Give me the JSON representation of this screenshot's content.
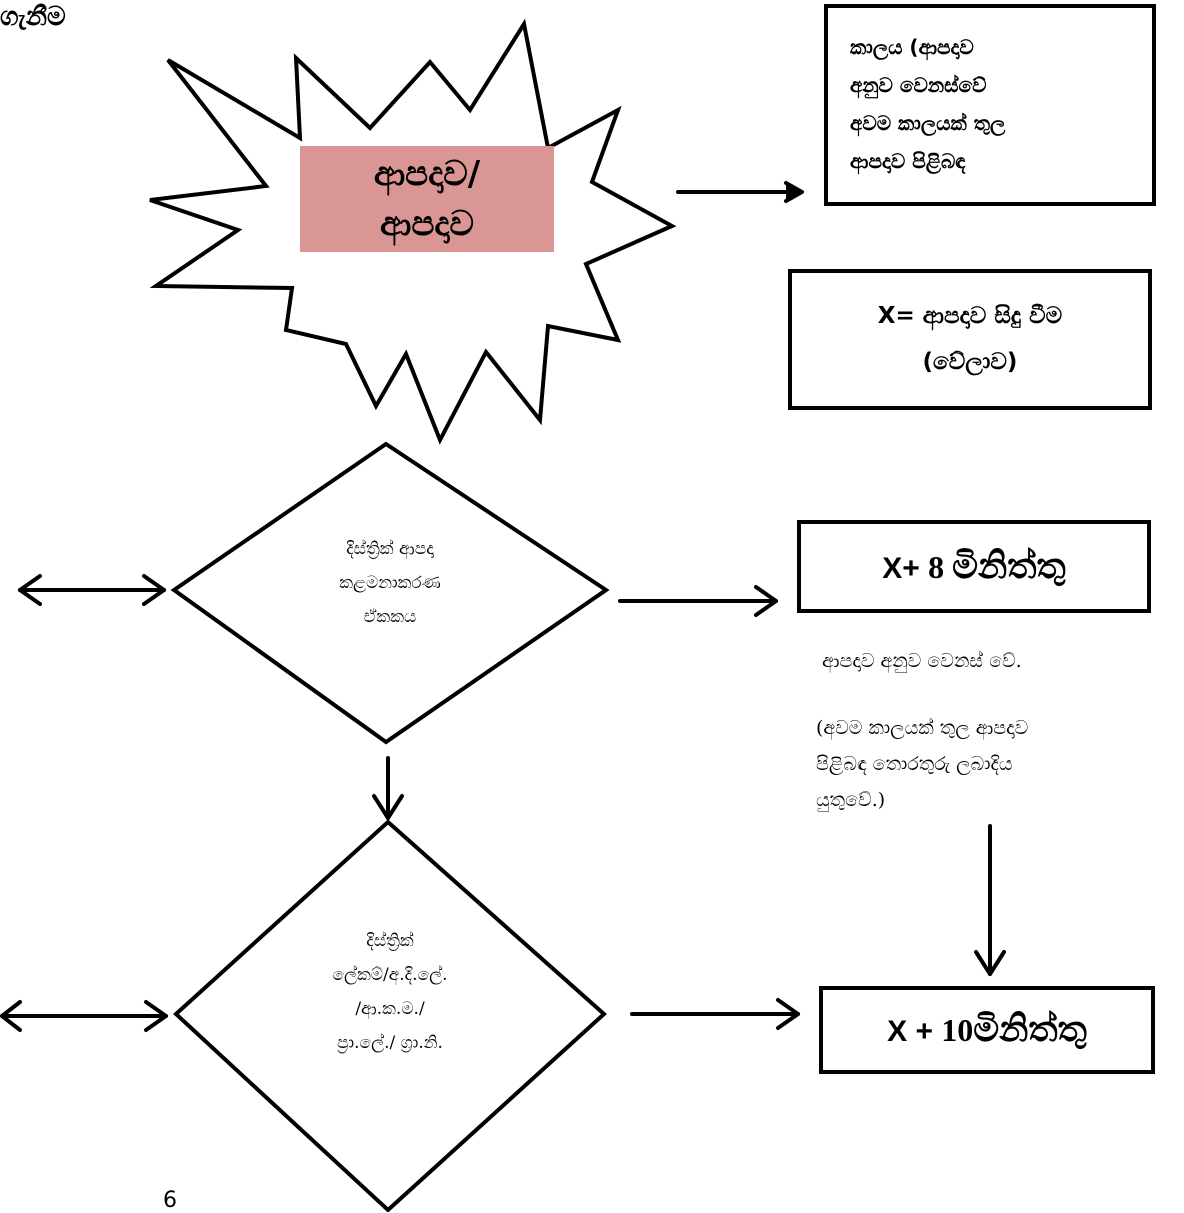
{
  "heading_fragment": "ගැනීම",
  "burst_label": {
    "line1": "ආපදාව/",
    "line2": "ආපදාව"
  },
  "time_note_box": {
    "lines": [
      "කාලය (ආපදාව",
      "අනුව වෙනස්වේ",
      "අවම කාලයක් තුල",
      "ආපදාව පිළිබඳ"
    ]
  },
  "x_definition_box": {
    "line1": "X= ආපදාව සිදු වීම",
    "line2": "(වේලාව)"
  },
  "district_unit": {
    "lines": [
      "දිස්ත්‍රික් ආපදා",
      "කළමනාකරණ",
      "ඒකකය"
    ]
  },
  "district_officials": {
    "lines": [
      "දිස්ත්‍රික්",
      "ලේකම්/අ.දි.ලේ.",
      "/ආ.ක.ම./",
      "ප්‍රා.ලේ./ ග්‍රා.නි."
    ]
  },
  "time_box_8": {
    "x": "X+ ",
    "num": "8 ",
    "unit": "මිනිත්තු"
  },
  "time_box_10": {
    "x": "X + ",
    "num": "10",
    "unit": "මිනිත්තු"
  },
  "note_varies": "ආපදාව අනුව වෙනස් වේ.",
  "note_min_time": {
    "lines": [
      "(අවම කාලයක් තුල ආපදාව",
      "පිළිබඳ තොරතුරු ලබාදිය",
      "යුතුවේ.)"
    ]
  },
  "page_number": "6"
}
